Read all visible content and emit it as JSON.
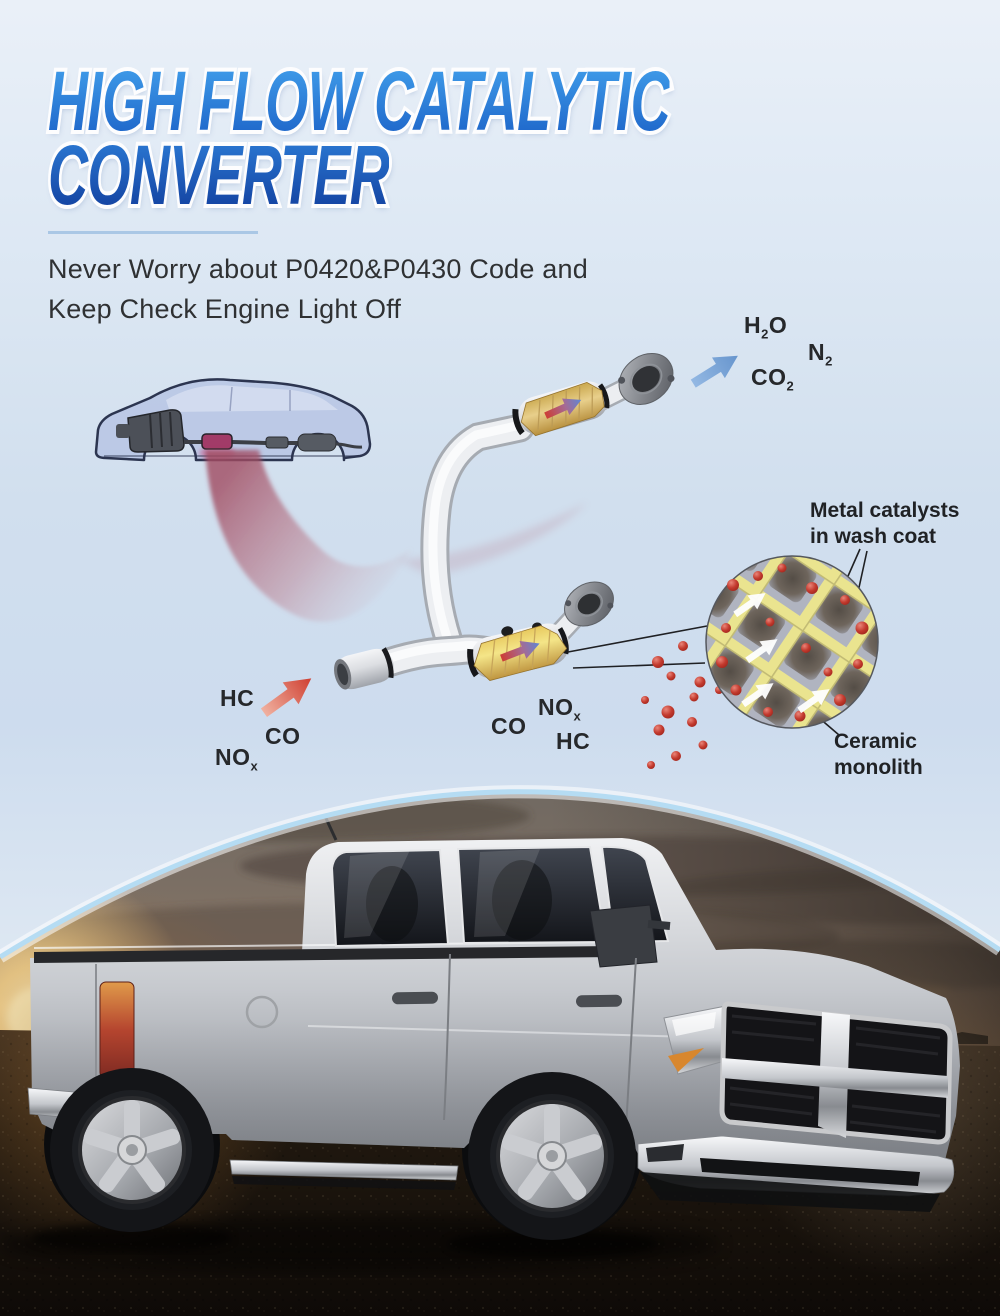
{
  "title": {
    "line1": "HIGH FLOW CATALYTIC",
    "line2": "CONVERTER"
  },
  "subtitle": {
    "line1": "Never Worry about P0420&P0430 Code and",
    "line2": "Keep Check Engine Light Off"
  },
  "labels": {
    "outputs": [
      {
        "pre": "H",
        "sub": "2",
        "post": "O"
      },
      {
        "pre": "N",
        "sub": "2",
        "post": ""
      },
      {
        "pre": "CO",
        "sub": "2",
        "post": ""
      }
    ],
    "inputs_left": [
      {
        "pre": "HC",
        "sub": "",
        "post": ""
      },
      {
        "pre": "CO",
        "sub": "",
        "post": ""
      },
      {
        "pre": "NO",
        "sub": "x",
        "post": ""
      }
    ],
    "inputs_center": [
      {
        "pre": "NO",
        "sub": "x",
        "post": ""
      },
      {
        "pre": "CO",
        "sub": "",
        "post": ""
      },
      {
        "pre": "HC",
        "sub": "",
        "post": ""
      }
    ],
    "callout_metal": {
      "line1": "Metal catalysts",
      "line2": "in wash coat"
    },
    "callout_ceramic": {
      "line1": "Ceramic",
      "line2": "monolith"
    }
  },
  "icons": {
    "clean_gas_arrow": "blue-up-right-arrow",
    "exhaust_gas_arrow": "red-up-right-arrow",
    "catalyst_flow_arrow": "red-to-blue-arrow",
    "magnifier_view": "catalyst-cross-section-circle"
  },
  "colors": {
    "title_top": "#43a1ec",
    "title_bottom": "#123f9e",
    "underline": "#aac7e5",
    "clean_arrow": "#7fa8d9",
    "exhaust_arrow": "#d04336",
    "converter_gold": "#e8cf8b",
    "catalyst_dot": "#c0392b",
    "mesh_yellow": "#eae48f",
    "beam": "#a54b61",
    "body_text": "#2f3133"
  }
}
